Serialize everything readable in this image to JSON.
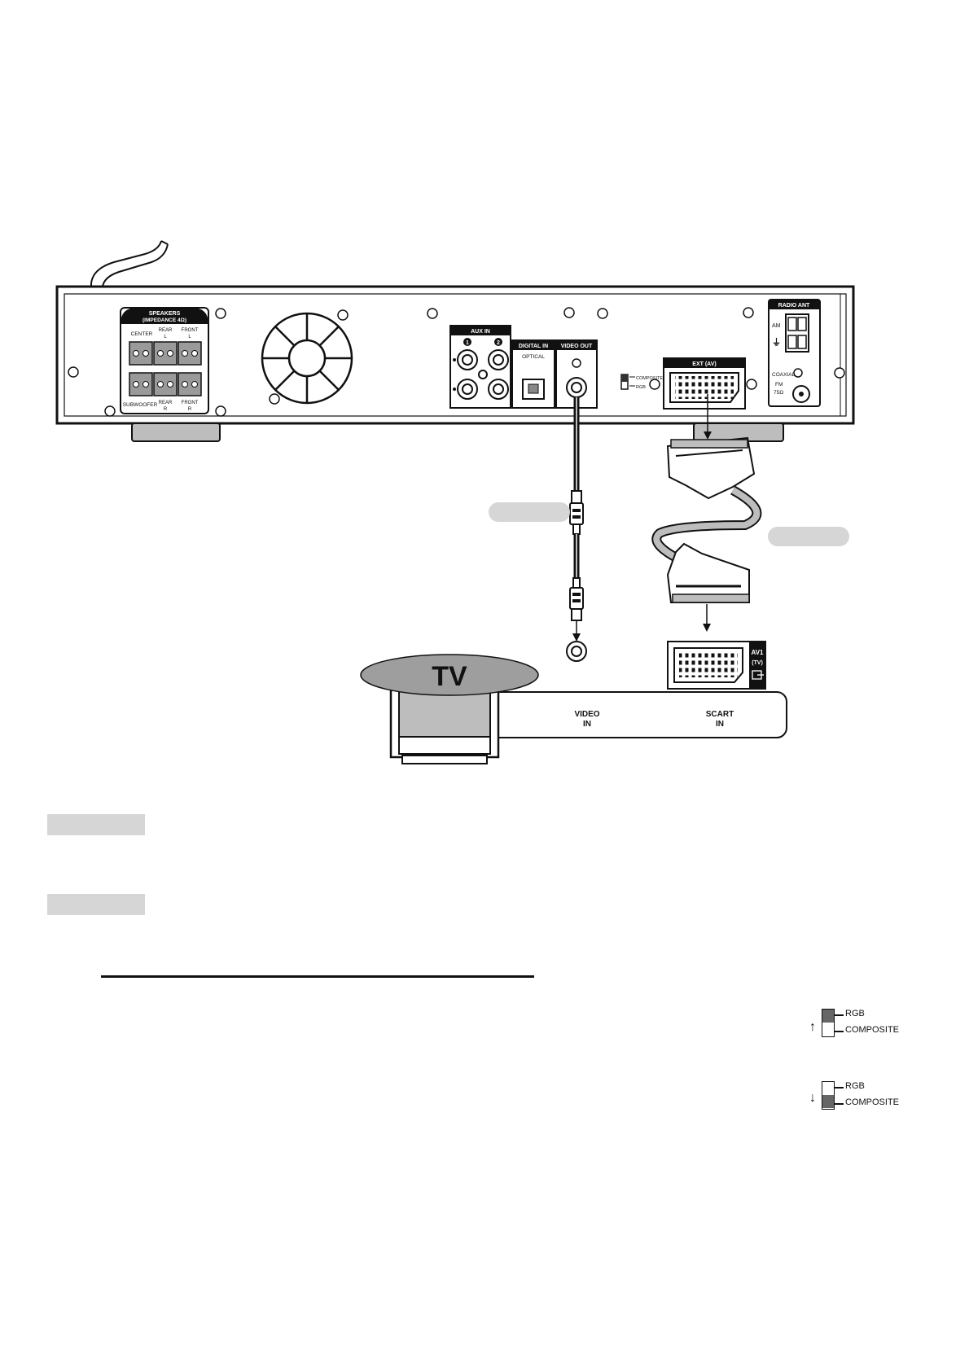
{
  "panel": {
    "speakers_title": "SPEAKERS",
    "speakers_impedance": "(IMPEDANCE 4Ω)",
    "center": "CENTER",
    "rear": "REAR",
    "front": "FRONT",
    "left_mark": "L",
    "right_mark": "R",
    "subwoofer": "SUBWOOFER",
    "aux_in": "AUX IN",
    "aux_1": "1",
    "aux_2": "2",
    "digital_in": "DIGITAL IN",
    "optical": "OPTICAL",
    "video_out": "VIDEO OUT",
    "switch_composite": "COMPOSITE",
    "switch_rgb": "RGB",
    "ext_av": "EXT (AV)",
    "radio_ant": "RADIO ANT",
    "am": "AM",
    "coaxial": "COAXIAL",
    "fm": "FM",
    "fm_ohm": "75Ω"
  },
  "tv": {
    "title": "TV",
    "video_in_1": "VIDEO",
    "video_in_2": "IN",
    "scart_in_1": "SCART",
    "scart_in_2": "IN",
    "av1": "AV1",
    "av1_sub": "(TV)"
  },
  "switch_indicators": [
    {
      "rgb": "RGB",
      "composite": "COMPOSITE"
    },
    {
      "rgb": "RGB",
      "composite": "COMPOSITE"
    }
  ],
  "colors": {
    "line": "#111111",
    "pill": "#d6d6d6",
    "panel_fill": "#ffffff",
    "shade": "#bdbdbd"
  }
}
